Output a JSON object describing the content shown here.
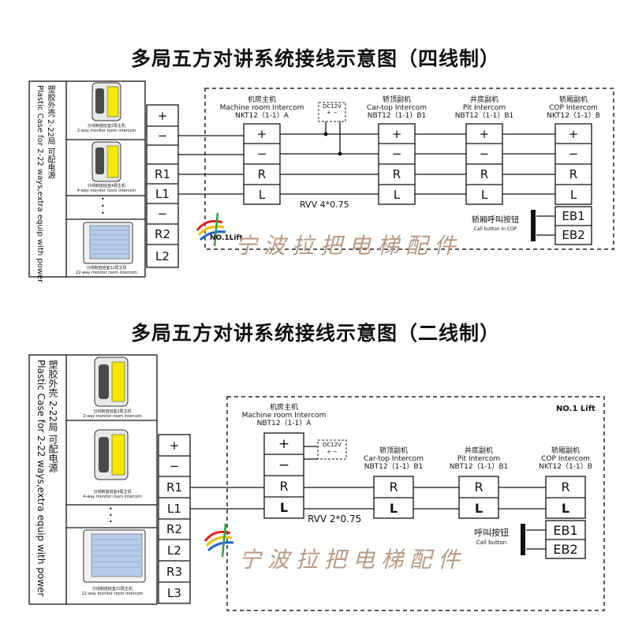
{
  "diagram1": {
    "title": "多局五方对讲系统接线示意图（四线制）",
    "case_label_cn": "塑胶外壳 2-22局 可配电源",
    "case_label_en": "Plastic Case for 2-22 ways,extra equip with power",
    "units": [
      {
        "cn": "分线制值班室2局主机",
        "en": "2-way monitor room intercom"
      },
      {
        "cn": "分线制值班室4局主机",
        "en": "4-way monitor room intercom"
      },
      {
        "cn": "分线制值班室22局主机",
        "en": "22-way monitor room intercom"
      }
    ],
    "dots": "•\n•\n•",
    "left_terminals": [
      "+",
      "−",
      "R1",
      "L1",
      "−",
      "R2",
      "L2"
    ],
    "dc_label": "DC12V",
    "dc_terms": "+ −",
    "cable_label": "RVV 4*0.75",
    "stations": [
      {
        "cn": "机房主机",
        "en": "Machine  room Intercom",
        "model": "NKT12（1-1）A"
      },
      {
        "cn": "轿顶副机",
        "en": "Car-top Intercom",
        "model": "NBT12（1-1）B1"
      },
      {
        "cn": "井底副机",
        "en": "Pit Intercom",
        "model": "NBT12（1-1）B1"
      },
      {
        "cn": "轿厢副机",
        "en": "COP Intercom",
        "model": "NKT12（1-1）B"
      }
    ],
    "station_terminals": [
      "+",
      "−",
      "R",
      "L"
    ],
    "call_button_cn": "轿厢呼叫按钮",
    "call_button_en": "Call button in COP",
    "eb_terminals": [
      "EB1",
      "EB2"
    ],
    "logo_text": "NO.1Lift",
    "watermark": "宁波拉把电梯配件"
  },
  "diagram2": {
    "title": "多局五方对讲系统接线示意图（二线制）",
    "case_label_cn": "塑胶外壳 2-22局 可配电源",
    "case_label_en": "Plastic Case for 2-22 ways,extra equip with power",
    "units": [
      {
        "cn": "分线制值班室2局主机",
        "en": "2-way monitor room intercom"
      },
      {
        "cn": "分线制值班室4局主机",
        "en": "4-way monitor room intercom"
      },
      {
        "cn": "分线制值班室22局主机",
        "en": "22-way monitor room intercom"
      }
    ],
    "dots": "•\n•\n•",
    "left_terminals": [
      "+",
      "−",
      "R1",
      "L1",
      "R2",
      "L2",
      "R3",
      "L3"
    ],
    "dc_label": "DC12V",
    "dc_terms": "+ −",
    "cable_label": "RVV 2*0.75",
    "lift_label": "NO.1 Lift",
    "stations": [
      {
        "cn": "机房主机",
        "en": "Machine  room Intercom",
        "model": "NBT12（1-1）A"
      },
      {
        "cn": "轿顶副机",
        "en": "Car-top Intercom",
        "model": "NBT12（1-1）B1"
      },
      {
        "cn": "井底副机",
        "en": "Pit Intercom",
        "model": "NBT12（1-1）B1"
      },
      {
        "cn": "轿厢副机",
        "en": "COP Intercom",
        "model": "NKT12（1-1）B"
      }
    ],
    "station1_terminals": [
      "+",
      "−",
      "R",
      "L"
    ],
    "station_terminals": [
      "R",
      "L"
    ],
    "call_button_cn": "呼叫按钮",
    "call_button_en": "Call button",
    "eb_terminals": [
      "EB1",
      "EB2"
    ],
    "watermark": "宁波拉把电梯配件"
  },
  "colors": {
    "line": "#111111",
    "yellow_panel": "#f5e800",
    "blue_panel": "#b8cdea",
    "dashed": "#222222"
  }
}
